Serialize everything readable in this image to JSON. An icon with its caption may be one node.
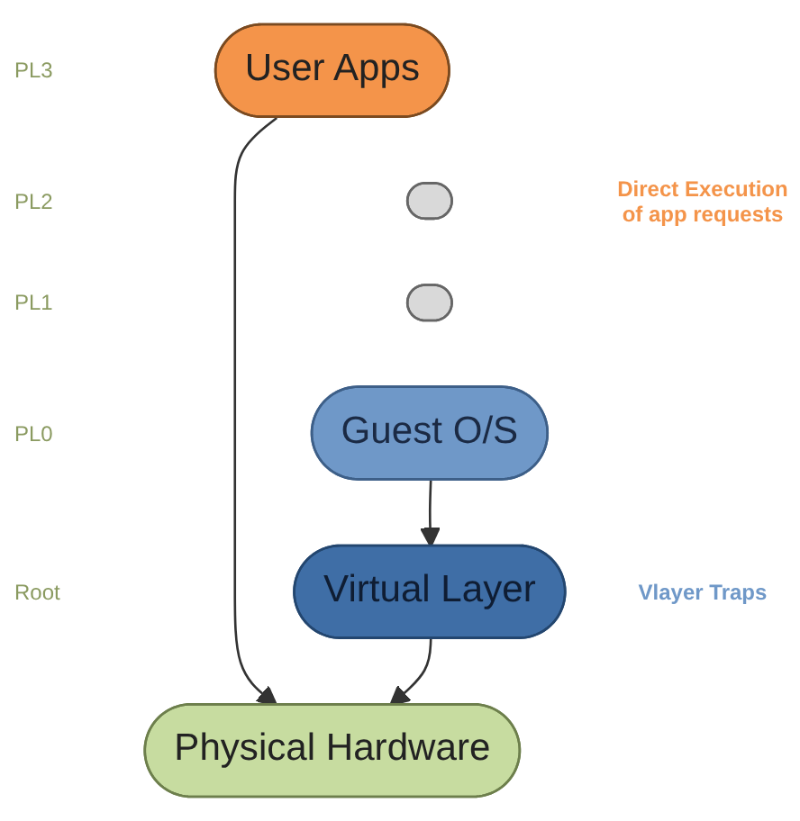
{
  "diagram": {
    "nodes": [
      {
        "text": [
          "User Apps"
        ]
      },
      {
        "text": [],
        "shape": "box"
      },
      {
        "text": [],
        "shape": "box"
      },
      {
        "text": [
          "Guest O/S"
        ]
      },
      {
        "text": [
          "Virtual Layer"
        ]
      },
      {
        "text": [
          "Physical Hardware"
        ]
      }
    ],
    "edges": [
      {
        "from": 0,
        "to": 5,
        "arrow": "to"
      },
      {
        "from": 3,
        "to": 4,
        "arrow": "to"
      },
      {
        "from": 4,
        "to": 5,
        "arrow": "to"
      }
    ],
    "labels": [
      "PL3",
      "PL2",
      "PL1",
      "PL0",
      "Root",
      "Direct Execution of app requests",
      "Vlayer Traps"
    ]
  }
}
